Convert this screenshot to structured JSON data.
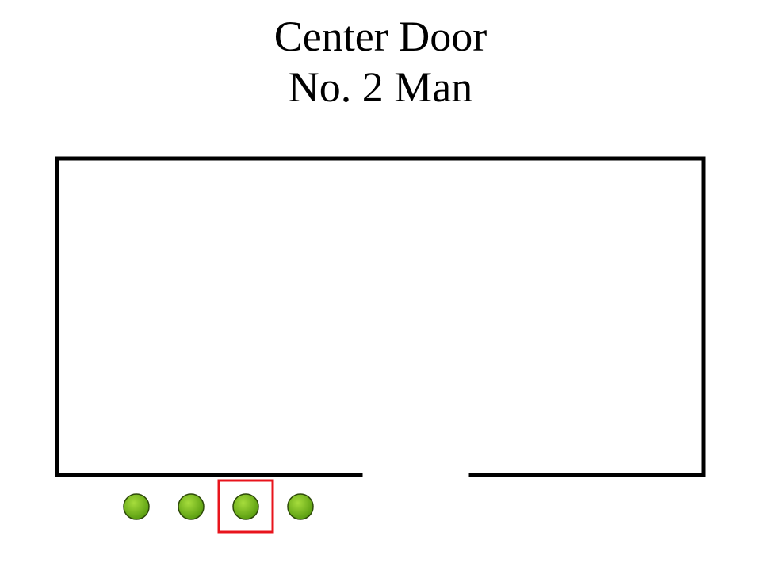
{
  "title": {
    "line1": "Center Door",
    "line2": "No. 2 Man"
  },
  "colors": {
    "room_outline": "#000000",
    "person_fill": "#5a9e10",
    "person_highlight": "#a6dc3c",
    "person_outline": "#2e4a0a",
    "selection_box": "#e8141c",
    "background": "#ffffff"
  },
  "people": [
    {
      "position": 1,
      "selected": false
    },
    {
      "position": 2,
      "selected": false
    },
    {
      "position": 3,
      "selected": true
    },
    {
      "position": 4,
      "selected": false
    }
  ]
}
